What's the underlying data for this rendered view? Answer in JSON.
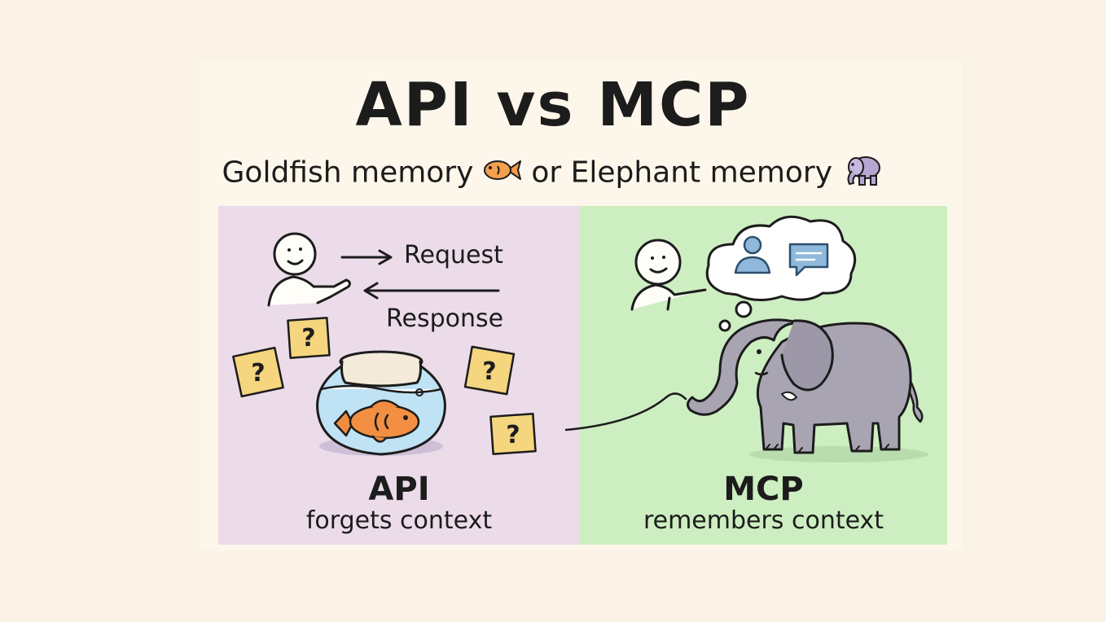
{
  "header": {
    "title": "API vs MCP",
    "subtitle_part1": "Goldfish memory",
    "subtitle_part2": "or Elephant memory"
  },
  "api_panel": {
    "request_label": "Request",
    "response_label": "Response",
    "question_mark": "?",
    "name": "API",
    "caption": "forgets context",
    "background_color": "#ecdcea"
  },
  "mcp_panel": {
    "name": "MCP",
    "caption": "remembers context",
    "background_color": "#cdeec1"
  },
  "icons": [
    "goldfish-emoji-icon",
    "elephant-emoji-icon",
    "person-icon",
    "chat-bubble-icon",
    "thought-cloud-icon",
    "fishbowl-icon",
    "elephant-icon"
  ]
}
